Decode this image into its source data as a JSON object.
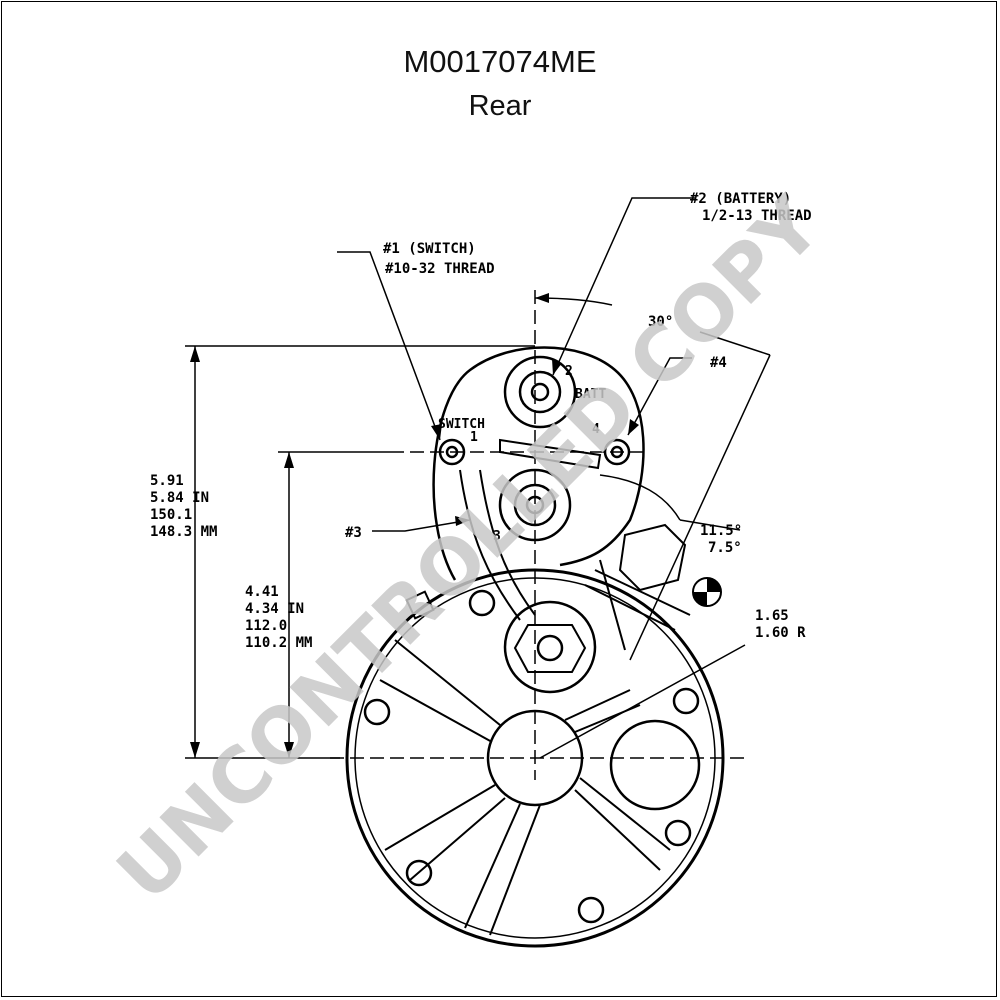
{
  "title": "M0017074ME",
  "subtitle": "Rear",
  "watermark": "UNCONTROLLED COPY",
  "labels": {
    "terminal1_line1": "#1 (SWITCH)",
    "terminal1_line2": "#10-32 THREAD",
    "terminal2_line1": "#2 (BATTERY)",
    "terminal2_line2": "1/2-13 THREAD",
    "terminal3": "#3",
    "terminal4": "#4",
    "angle_30": "30°",
    "angle_a": "11.5°",
    "angle_b": "7.5°",
    "radius_a": "1.65",
    "radius_b": "1.60 R",
    "dim_height_total": [
      "5.91",
      "5.84 IN",
      "150.1",
      "148.3 MM"
    ],
    "dim_height_mid": [
      "4.41",
      "4.34 IN",
      "112.0",
      "110.2 MM"
    ],
    "switch_text": "SWITCH",
    "batt_text": "BATT",
    "num_1": "1",
    "num_2": "2",
    "num_3": "3",
    "num_4": "4"
  }
}
